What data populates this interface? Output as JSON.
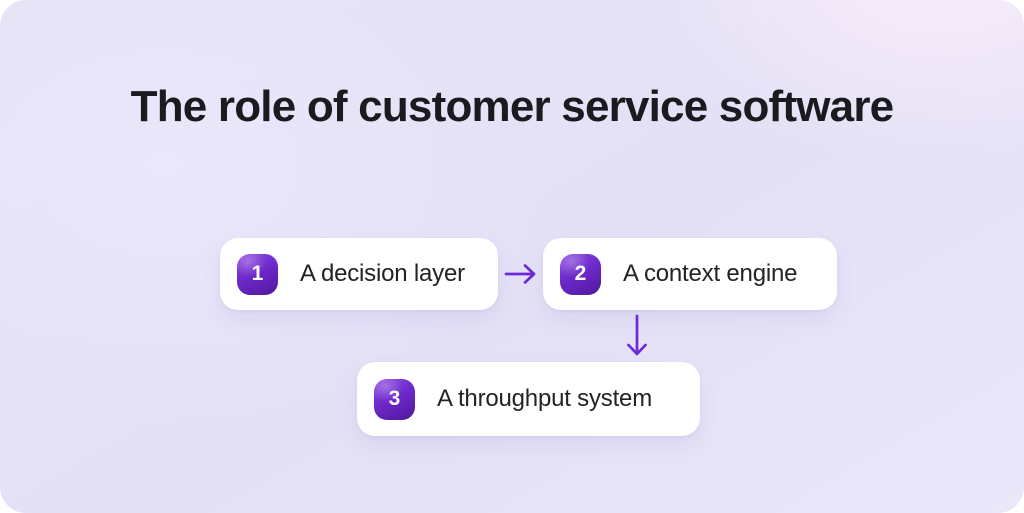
{
  "title": {
    "text": "The role of customer service software"
  },
  "flow": {
    "nodes": [
      {
        "number": "1",
        "label": "A decision layer"
      },
      {
        "number": "2",
        "label": "A context engine"
      },
      {
        "number": "3",
        "label": "A throughput system"
      }
    ],
    "connectors": [
      {
        "icon": "arrow-right-icon",
        "from": "A decision layer",
        "to": "A context engine"
      },
      {
        "icon": "arrow-down-icon",
        "from": "A context engine",
        "to": "A throughput system"
      }
    ]
  },
  "colors": {
    "accent_purple": "#6d28d9",
    "badge_gradient_top": "#8b45e4",
    "badge_gradient_bottom": "#50189a",
    "card_background": "#ffffff",
    "title_text": "#1b1b1f",
    "card_text": "#232326",
    "canvas_lavender": "#e5e2f7",
    "canvas_pink_tint": "#f8ecfa"
  }
}
